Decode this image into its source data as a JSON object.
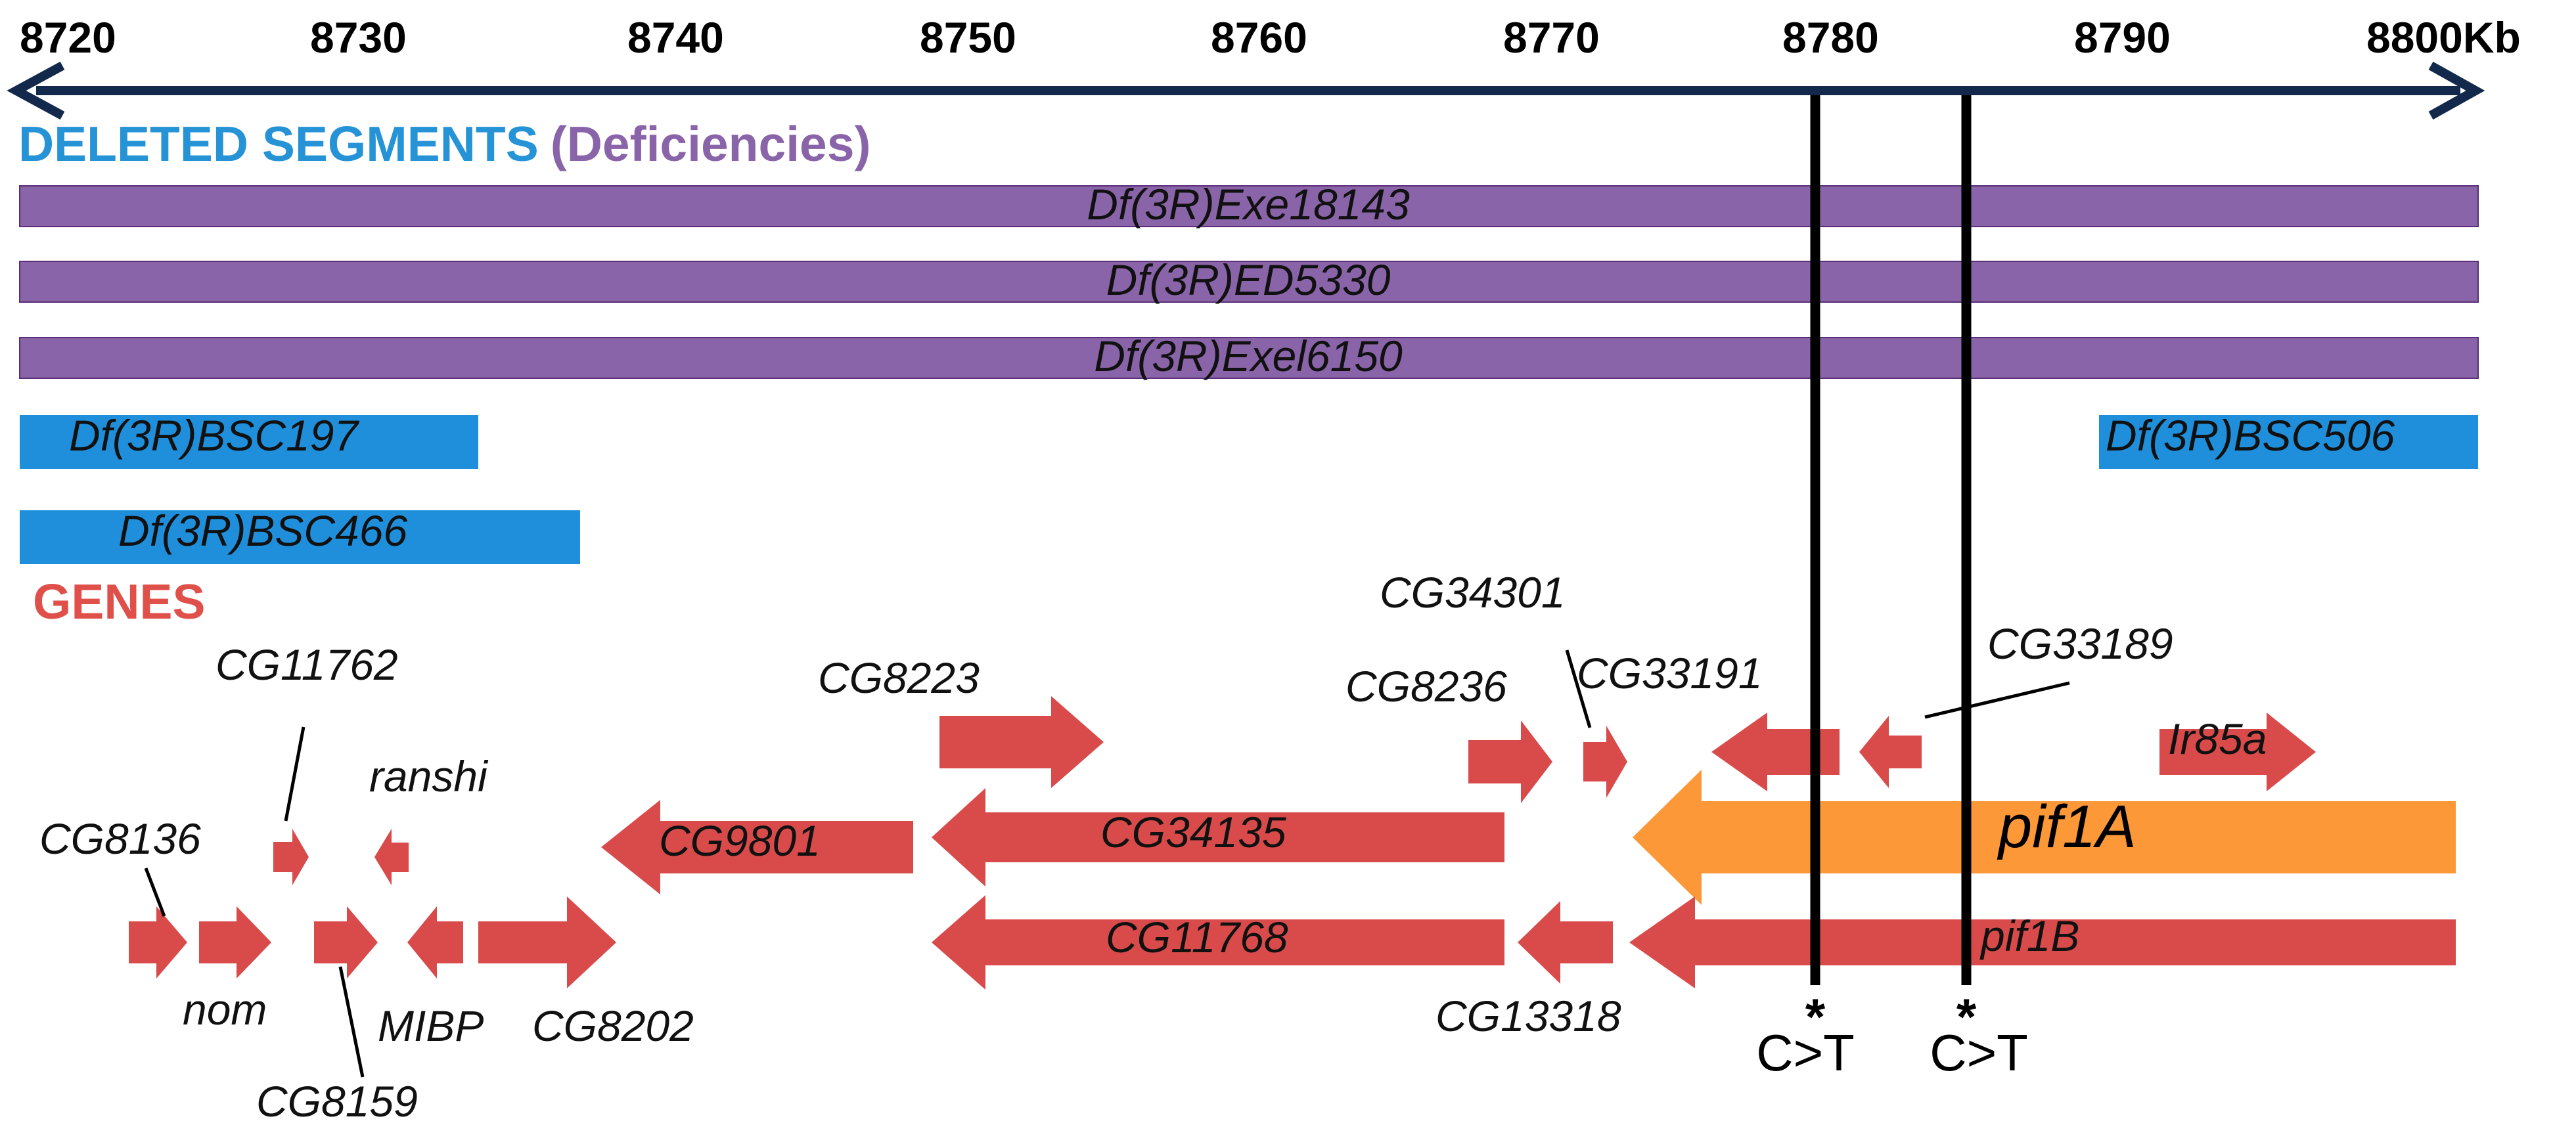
{
  "axis": {
    "ticks": [
      "8720",
      "8730",
      "8740",
      "8750",
      "8760",
      "8770",
      "8780",
      "8790",
      "8800Kb"
    ]
  },
  "sections": {
    "deleted_word1": "DELETED SEGMENTS",
    "deleted_word2": "(Deficiencies)",
    "genes_title": "GENES"
  },
  "deficiencies": [
    {
      "name": "Df(3R)Exe18143"
    },
    {
      "name": "Df(3R)ED5330"
    },
    {
      "name": "Df(3R)Exel6150"
    },
    {
      "name": "Df(3R)BSC197"
    },
    {
      "name": "Df(3R)BSC506"
    },
    {
      "name": "Df(3R)BSC466"
    }
  ],
  "genes": [
    {
      "name": "CG8136"
    },
    {
      "name": "nom"
    },
    {
      "name": "CG11762"
    },
    {
      "name": "CG8159"
    },
    {
      "name": "ranshi"
    },
    {
      "name": "MIBP"
    },
    {
      "name": "CG8202"
    },
    {
      "name": "CG9801"
    },
    {
      "name": "CG8223"
    },
    {
      "name": "CG34135"
    },
    {
      "name": "CG11768"
    },
    {
      "name": "CG8236"
    },
    {
      "name": "CG34301"
    },
    {
      "name": "CG33191"
    },
    {
      "name": "CG33189"
    },
    {
      "name": "Ir85a"
    },
    {
      "name": "pif1A"
    },
    {
      "name": "pif1B"
    },
    {
      "name": "CG13318"
    }
  ],
  "mutations": [
    {
      "marker": "*",
      "label": "C>T"
    },
    {
      "marker": "*",
      "label": "C>T"
    }
  ],
  "colors": {
    "axis": "#13294b",
    "deficiency_long": "#8a64a8",
    "deficiency_short": "#1f8fdb",
    "gene": "#d94b4b",
    "gene_highlight": "#fd9838",
    "genes_title": "#e0504b",
    "deleted_blue": "#2593d6",
    "deleted_purple": "#8a64a8",
    "mutation_line": "#000000"
  }
}
